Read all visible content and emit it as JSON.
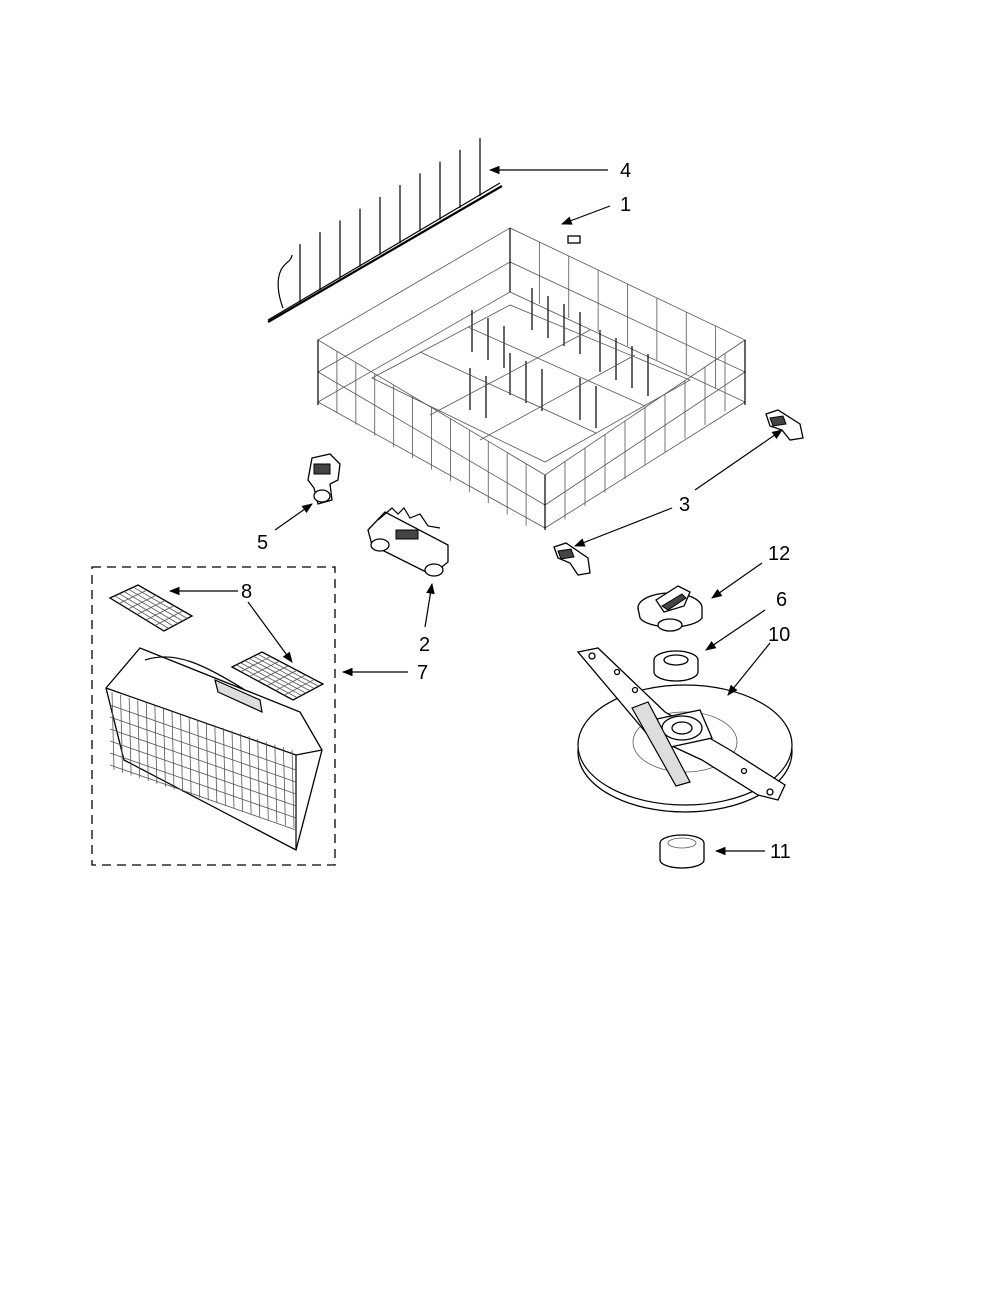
{
  "callouts": {
    "c1": "1",
    "c2": "2",
    "c3": "3",
    "c4": "4",
    "c5": "5",
    "c6": "6",
    "c7": "7",
    "c8": "8",
    "c10": "10",
    "c11": "11",
    "c12": "12"
  }
}
